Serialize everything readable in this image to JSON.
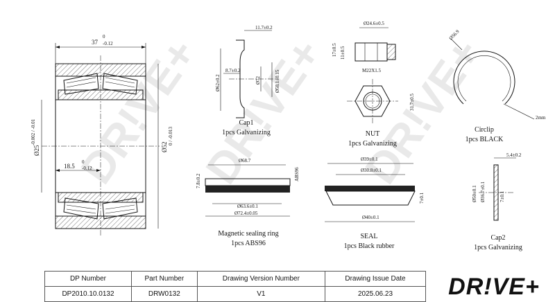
{
  "watermark": "DR!VE+",
  "bearing": {
    "width_dim": "37",
    "width_tol_upper": "0",
    "width_tol_lower": "-0.12",
    "inner_dia": "Ø25",
    "inner_tol": "-0.002 / -0.01",
    "outer_dia": "Ø52",
    "outer_tol": "0 / -0.013",
    "half_width": "18.5",
    "half_tol_upper": "0",
    "half_tol_lower": "-0.12"
  },
  "cap1": {
    "dims": [
      "11.7±0.2",
      "8.7±0.2",
      "Ø62±0.2",
      "Ø72",
      "Ø58.1±0.15"
    ],
    "caption": [
      "Cap1",
      "1pcs Galvanizing"
    ]
  },
  "nut": {
    "dims": [
      "Ø24.6±0.5",
      "17±0.5",
      "11±0.5",
      "M22X1.5",
      "31.7±0.5"
    ],
    "caption": [
      "NUT",
      "1pcs Galvanizing"
    ]
  },
  "circlip": {
    "dims": [
      "Ø56.9",
      "2mm"
    ],
    "caption": [
      "Circlip",
      "1pcs BLACK"
    ]
  },
  "sealing_ring": {
    "dims": [
      "Ø68.7",
      "7.8±0.2",
      "ABS96",
      "Ø63.6±0.1",
      "Ø72.4±0.05"
    ],
    "caption": [
      "Magnetic sealing ring",
      "1pcs ABS96"
    ]
  },
  "seal": {
    "dims": [
      "Ø39±0.1",
      "Ø30.8±0.1",
      "7±0.1",
      "Ø40±0.1"
    ],
    "caption": [
      "SEAL",
      "1pcs Black rubber"
    ]
  },
  "cap2": {
    "dims": [
      "5.4±0.2",
      "Ø50±0.1",
      "Ø36.7±0.1",
      "7±0.1"
    ],
    "caption": [
      "Cap2",
      "1pcs Galvanizing"
    ]
  },
  "title_block": {
    "headers": [
      "DP Number",
      "Part Number",
      "Drawing Version Number",
      "Drawing Issue Date"
    ],
    "values": [
      "DP2010.10.0132",
      "DRW0132",
      "V1",
      "2025.06.23"
    ],
    "logo": "DR!VE+"
  }
}
